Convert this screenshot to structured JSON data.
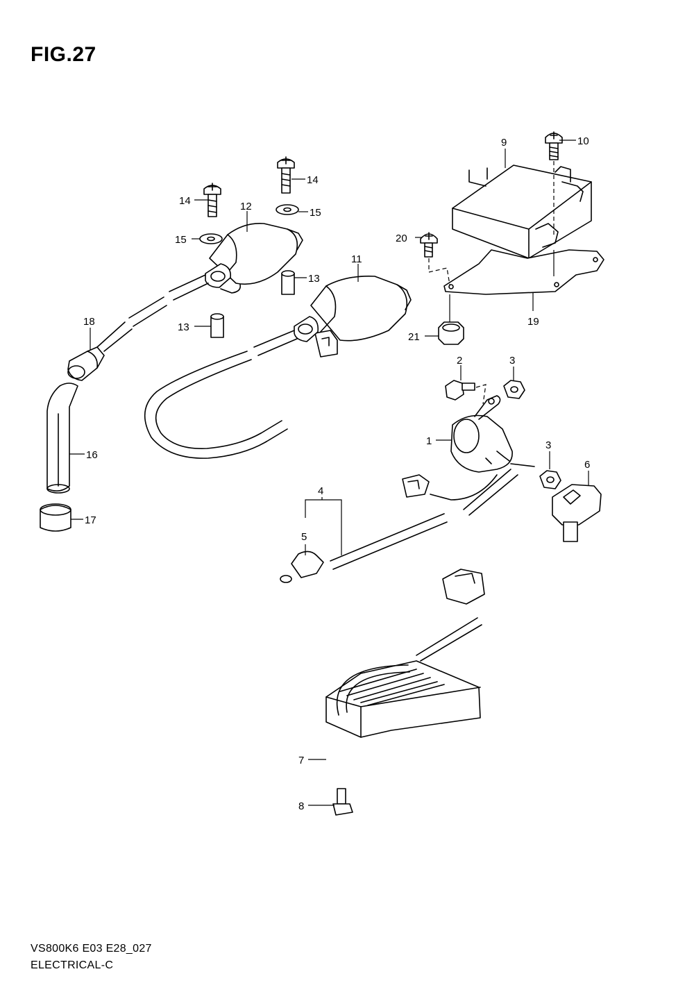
{
  "figure": {
    "title": "FIG.27"
  },
  "footer": {
    "model_code": "VS800K6  E03  E28_027",
    "section": "ELECTRICAL-C"
  },
  "callouts": {
    "c1": "1",
    "c2": "2",
    "c3a": "3",
    "c3b": "3",
    "c4": "4",
    "c5": "5",
    "c6": "6",
    "c7": "7",
    "c8": "8",
    "c9": "9",
    "c10": "10",
    "c11": "11",
    "c12": "12",
    "c13a": "13",
    "c13b": "13",
    "c14a": "14",
    "c14b": "14",
    "c15a": "15",
    "c15b": "15",
    "c16": "16",
    "c17": "17",
    "c18": "18",
    "c19": "19",
    "c20": "20",
    "c21": "21"
  }
}
